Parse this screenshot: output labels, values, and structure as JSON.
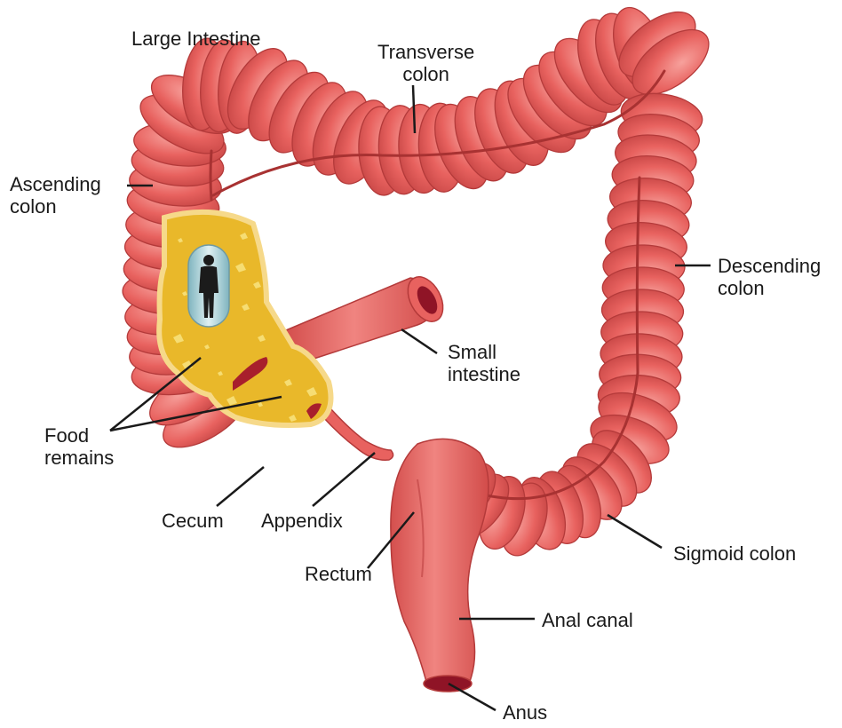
{
  "diagram": {
    "title": "Large Intestine",
    "labels": {
      "transverse_colon": [
        "Transverse",
        "colon"
      ],
      "ascending_colon": [
        "Ascending",
        "colon"
      ],
      "descending_colon": [
        "Descending",
        "colon"
      ],
      "small_intestine": [
        "Small",
        "intestine"
      ],
      "food_remains": [
        "Food",
        "remains"
      ],
      "cecum": "Cecum",
      "appendix": "Appendix",
      "rectum": "Rectum",
      "sigmoid_colon": "Sigmoid colon",
      "anal_canal": "Anal canal",
      "anus": "Anus"
    }
  },
  "colors": {
    "colon_fill": "#e8625f",
    "colon_highlight": "#f28a86",
    "colon_outline": "#b43a3a",
    "crease": "#a83232",
    "lumen_dark": "#8f1426",
    "food_fill": "#e9b82a",
    "food_outline": "#f6d98a",
    "capsule_fill": "#a9cfd6",
    "leader_line": "#1a1a1a"
  }
}
